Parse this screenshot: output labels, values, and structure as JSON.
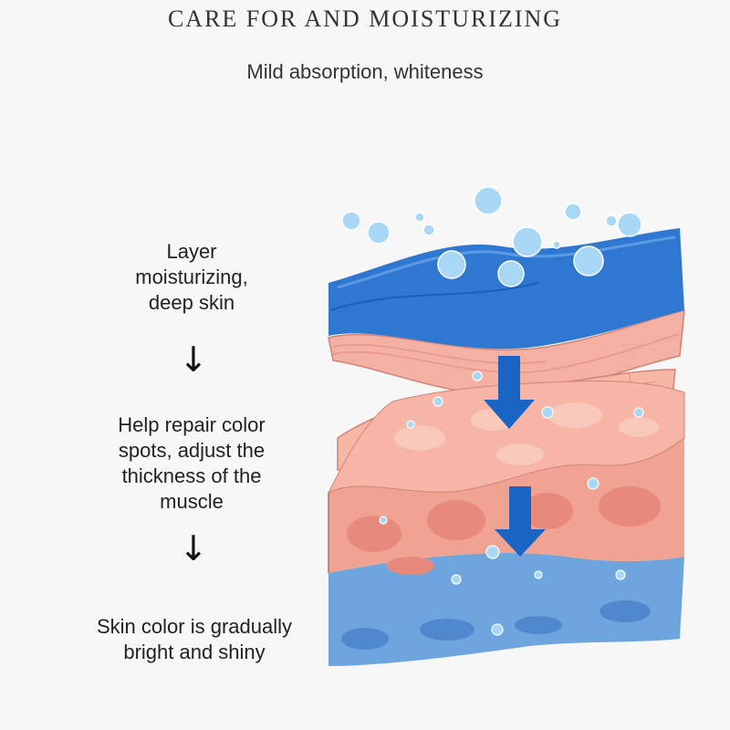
{
  "header": {
    "title": "CARE FOR AND MOISTURIZING",
    "subtitle": "Mild absorption, whiteness"
  },
  "steps": [
    {
      "lines": [
        "Layer",
        "moisturizing,",
        "deep skin"
      ]
    },
    {
      "lines": [
        "Help repair color",
        "spots, adjust the",
        "thickness of the",
        "muscle"
      ]
    },
    {
      "lines": [
        "Skin color is gradually",
        "bright and shiny"
      ]
    }
  ],
  "arrows": [
    "↓",
    "↓"
  ],
  "illustration": {
    "water_color": "#2f78d2",
    "bubble_color": "#a8d8f5",
    "skin_color": "#f2a89a",
    "deep_arrow_color": "#1a64c4",
    "base_color": "#6ea5de"
  }
}
